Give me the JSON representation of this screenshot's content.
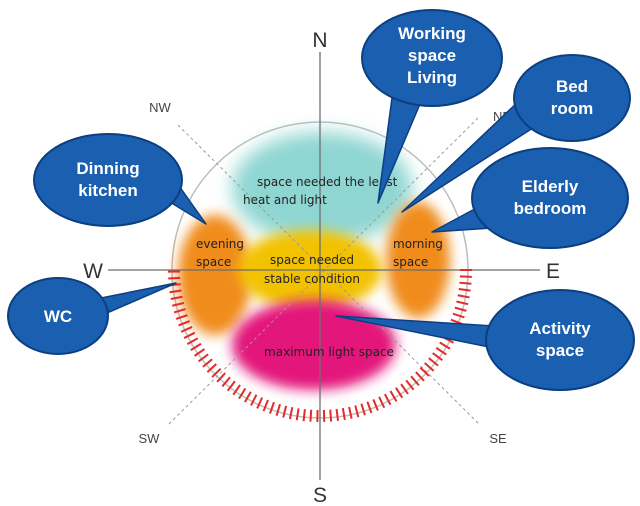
{
  "compass": {
    "north": "N",
    "south": "S",
    "east": "E",
    "west": "W",
    "northwest": "NW",
    "northeast": "NE",
    "southwest": "SW",
    "southeast": "SE"
  },
  "zones": {
    "top_line1": "space needed the least",
    "top_line2": "heat and light",
    "evening_line1": "evening",
    "evening_line2": "space",
    "morning_line1": "morning",
    "morning_line2": "space",
    "center_line1": "space needed",
    "center_line2": "stable condition",
    "bottom": "maximum light space"
  },
  "bubbles": {
    "working_line1": "Working",
    "working_line2": "space",
    "working_line3": "Living",
    "bedroom_line1": "Bed",
    "bedroom_line2": "room",
    "elderly_line1": "Elderly",
    "elderly_line2": "bedroom",
    "dinning_line1": "Dinning",
    "dinning_line2": "kitchen",
    "wc": "WC",
    "activity_line1": "Activity",
    "activity_line2": "space"
  },
  "colors": {
    "bubble_fill": "#1a5fb0",
    "bubble_stroke": "#0c3f80",
    "wall_hatch": "#e52a2a",
    "cool_zone": "#8fd6d2",
    "orange_zone": "#f08c1c",
    "yellow_zone": "#f2c200",
    "magenta_zone": "#e3177b"
  }
}
